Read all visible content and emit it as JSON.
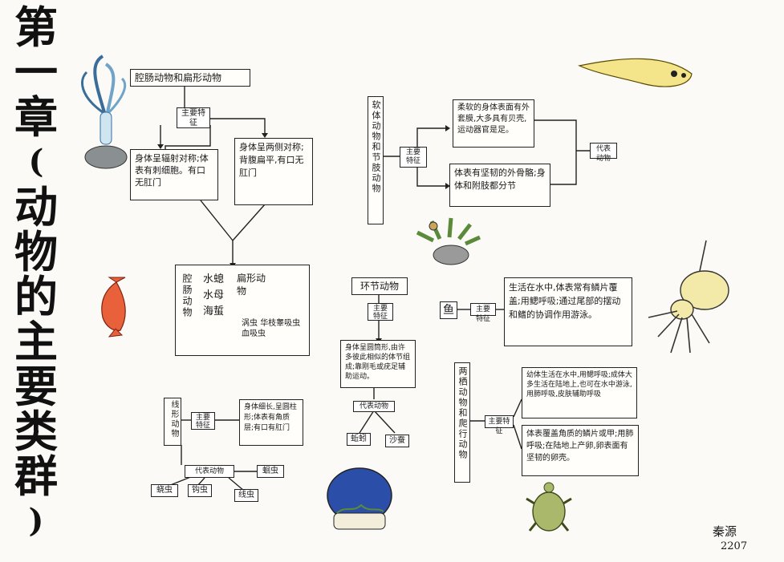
{
  "title": {
    "chars": [
      "第",
      "一",
      "章",
      "(",
      "动",
      "物",
      "的",
      "主",
      "要",
      "类",
      "群",
      ")"
    ]
  },
  "cnidaria": {
    "header": "腔肠动物和扁形动物",
    "key_feature_tag": "主要特征",
    "left_trait": "身体呈辐射对称;体表有刺细胞。有口无肛门",
    "right_trait": "身体呈两侧对称;背腹扁平,有口无肛门",
    "groups_col1_label": "腔肠动物",
    "groups_col2": [
      "水螅",
      "水母",
      "海蜇"
    ],
    "groups_col3_label": "扁形动物",
    "groups_col4": [
      "涡虫",
      "华枝睾吸虫",
      "血吸虫"
    ]
  },
  "mollusk": {
    "label": "软体动物和节肢动物",
    "key_feature_tag": "主要特征",
    "trait_top": "柔软的身体表面有外套膜,大多具有贝壳,运动器官是足。",
    "trait_bottom": "体表有坚韧的外骨骼;身体和附肢都分节",
    "example_tag": "代表动物"
  },
  "annelid": {
    "header": "环节动物",
    "key_feature_tag": "主要特征",
    "trait": "身体呈圆筒形,由许多彼此相似的体节组成;靠刚毛或疣足辅助运动。",
    "example_tag": "代表动物",
    "examples": [
      "蚯蚓",
      "沙蚕"
    ]
  },
  "fish": {
    "label": "鱼",
    "key_feature_tag": "主要特征",
    "trait": "生活在水中,体表常有鳞片覆盖;用鳃呼吸;通过尾部的摆动和鳍的协调作用游泳。"
  },
  "roundworm": {
    "label": "线形动物",
    "key_feature_tag": "主要特征",
    "trait": "身体细长,呈圆柱形;体表有角质层;有口有肛门",
    "example_tag": "代表动物",
    "examples": [
      "蛔虫",
      "蛲虫",
      "钩虫",
      "线虫"
    ]
  },
  "amphibian": {
    "label": "两栖动物和爬行动物",
    "key_feature_tag": "主要特征",
    "trait_top": "幼体生活在水中,用鳃呼吸;成体大多生活在陆地上,也可在水中游泳,用肺呼吸,皮肤辅助呼吸",
    "trait_bottom": "体表覆盖角质的鳞片或甲;用肺呼吸;在陆地上产卵,卵表面有坚韧的卵壳。"
  },
  "signature": {
    "name": "秦源",
    "number": "2207"
  },
  "colors": {
    "ink": "#1a1a1a",
    "yellow": "#f4e58a",
    "orange": "#e8613a",
    "green": "#5a8a3a",
    "blue": "#2b4fa8"
  }
}
